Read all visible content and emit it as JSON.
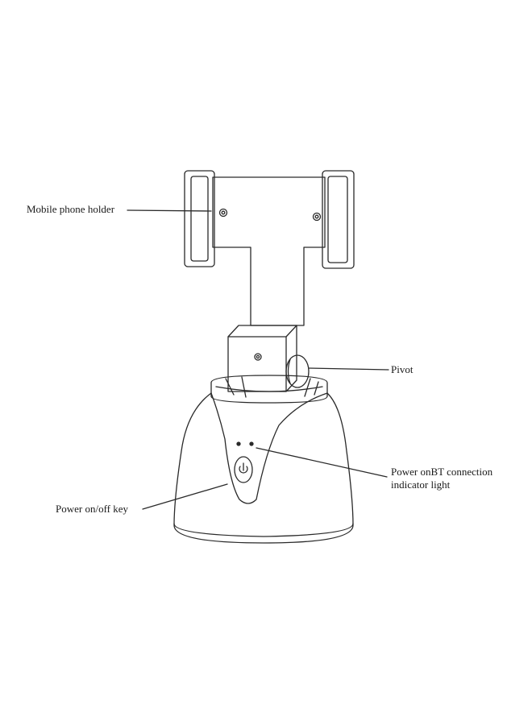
{
  "labels": {
    "holder": "Mobile phone holder",
    "pivot": "Pivot",
    "led_line1": "Power onBT connection",
    "led_line2": "indicator light",
    "power_key": "Power on/off key"
  },
  "icons": {
    "power_button": "power-icon"
  },
  "colors": {
    "stroke": "#2a2a2a",
    "background": "#ffffff"
  }
}
